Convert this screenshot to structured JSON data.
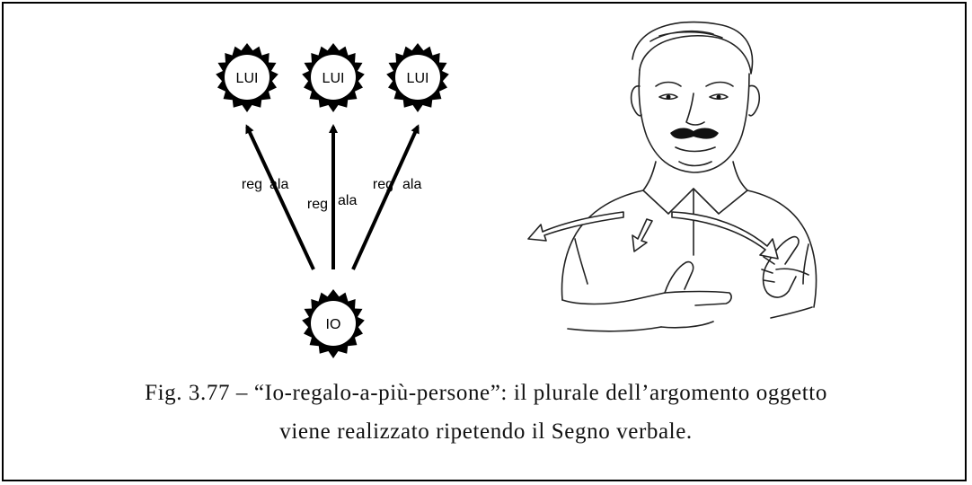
{
  "diagram": {
    "top_nodes": [
      "LUI",
      "LUI",
      "LUI"
    ],
    "bottom_node": "IO",
    "arrow_labels": [
      {
        "left": "reg",
        "right": "ala"
      },
      {
        "left": "reg",
        "right": "ala"
      },
      {
        "left": "reg",
        "right": "ala"
      }
    ],
    "colors": {
      "ink": "#000000",
      "background": "#ffffff"
    }
  },
  "illustration": {
    "icon": "signing-man-illustration"
  },
  "caption": {
    "line1": "Fig. 3.77 – “Io-regalo-a-più-persone”: il plurale dell’argomento oggetto",
    "line2": "viene realizzato ripetendo il Segno verbale."
  }
}
